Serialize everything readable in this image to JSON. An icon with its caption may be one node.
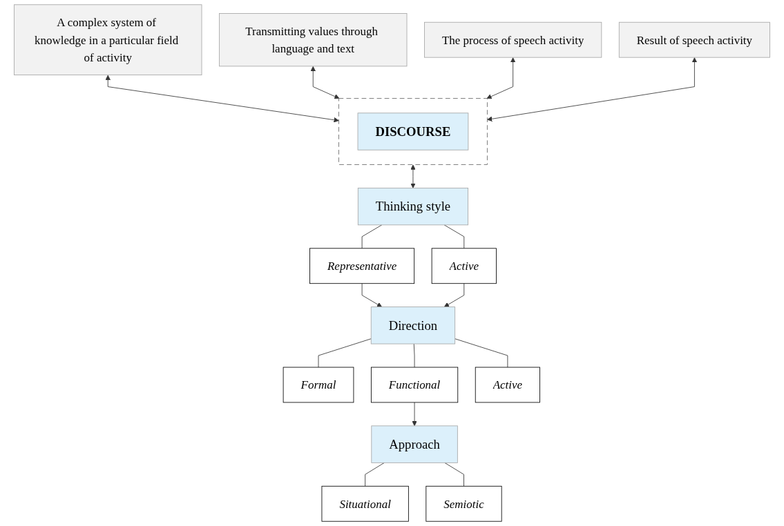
{
  "diagram": {
    "nodes": [
      {
        "text": [],
        "shape": "box"
      },
      {
        "text": [
          "DISCOURSE"
        ],
        "in": 0
      },
      {
        "text": [
          "A complex system of knowledge in a particular field of activity"
        ]
      },
      {
        "text": [
          "Transmitting values through language and text"
        ]
      },
      {
        "text": [
          "The process of speech activity"
        ]
      },
      {
        "text": [
          "Result of speech activity"
        ]
      },
      {
        "text": [
          "Thinking style"
        ]
      },
      {
        "text": [
          "Representative"
        ]
      },
      {
        "text": [
          "Active"
        ]
      },
      {
        "text": [
          "Direction"
        ]
      },
      {
        "text": [
          "Formal"
        ]
      },
      {
        "text": [
          "Functional"
        ]
      },
      {
        "text": [
          "Active"
        ]
      },
      {
        "text": [
          "Approach"
        ]
      },
      {
        "text": [
          "Situational"
        ]
      },
      {
        "text": [
          "Semiotic"
        ]
      }
    ],
    "edges": [
      {
        "from": 2,
        "to": 0,
        "arrow": "both"
      },
      {
        "from": 3,
        "to": 0,
        "arrow": "both"
      },
      {
        "from": 4,
        "to": 0,
        "arrow": "both"
      },
      {
        "from": 5,
        "to": 0,
        "arrow": "both"
      },
      {
        "from": 0,
        "to": 6,
        "arrow": "both"
      },
      {
        "from": 6,
        "to": 7,
        "arrow": "none"
      },
      {
        "from": 6,
        "to": 8,
        "arrow": "none"
      },
      {
        "from": 7,
        "to": 9,
        "arrow": "to"
      },
      {
        "from": 8,
        "to": 9,
        "arrow": "to"
      },
      {
        "from": 9,
        "to": 10,
        "arrow": "none"
      },
      {
        "from": 9,
        "to": 11,
        "arrow": "none"
      },
      {
        "from": 9,
        "to": 12,
        "arrow": "none"
      },
      {
        "from": 11,
        "to": 13,
        "arrow": "to"
      },
      {
        "from": 13,
        "to": 14,
        "arrow": "none"
      },
      {
        "from": 13,
        "to": 15,
        "arrow": "none"
      }
    ]
  }
}
